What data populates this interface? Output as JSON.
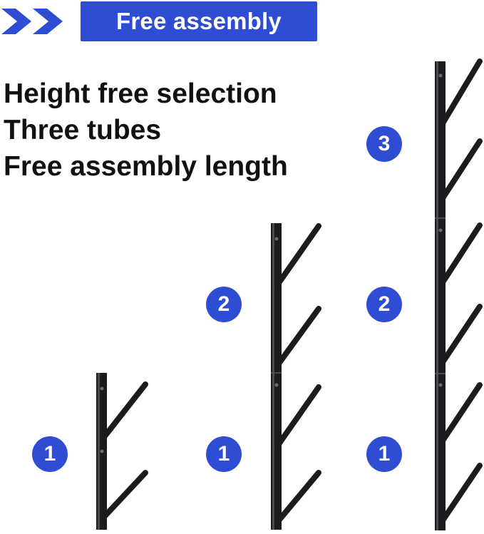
{
  "banner": {
    "label": "Free assembly"
  },
  "features": [
    "Height free selection",
    "Three tubes",
    "Free assembly length"
  ],
  "badges": {
    "one": "1",
    "two": "2",
    "three": "3"
  },
  "colors": {
    "accent": "#2f4dd3",
    "rack": "#1c1c1e",
    "text": "#111111",
    "background": "#ffffff"
  },
  "icons": {
    "chevrons": "double-chevron-right-icon"
  },
  "configurations": [
    {
      "tubes": 1,
      "hooks": 2
    },
    {
      "tubes": 2,
      "hooks": 4
    },
    {
      "tubes": 3,
      "hooks": 6
    }
  ]
}
